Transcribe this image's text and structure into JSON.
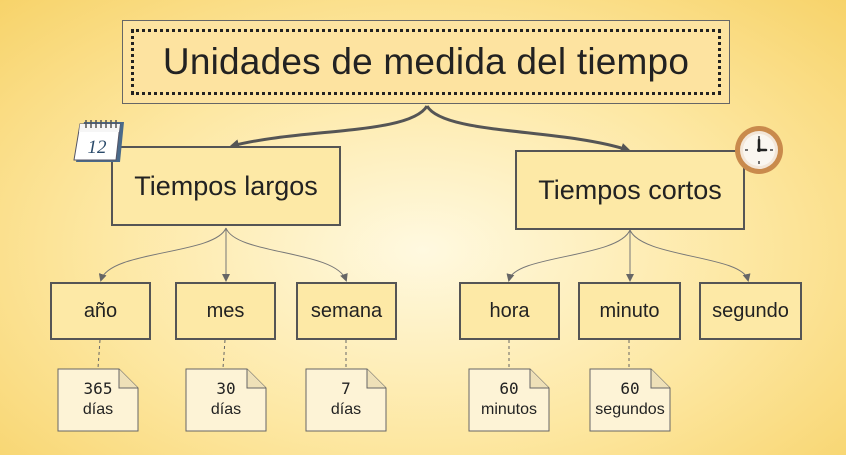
{
  "title": "Unidades de medida del tiempo",
  "categories": {
    "long": {
      "label": "Tiempos largos",
      "icon": "calendar-icon"
    },
    "short": {
      "label": "Tiempos cortos",
      "icon": "clock-icon"
    }
  },
  "units": {
    "year": "año",
    "month": "mes",
    "week": "semana",
    "hour": "hora",
    "minute": "minuto",
    "second": "segundo"
  },
  "notes": {
    "year": {
      "value": "365",
      "unit": "días"
    },
    "month": {
      "value": "30",
      "unit": "días"
    },
    "week": {
      "value": "7",
      "unit": "días"
    },
    "hour": {
      "value": "60",
      "unit": "minutos"
    },
    "minute": {
      "value": "60",
      "unit": "segundos"
    }
  },
  "calendar_number": "12",
  "colors": {
    "box_fill": "#fde9a6",
    "border": "#555555",
    "note_fill": "#fdf3d6",
    "arrow": "#555555"
  }
}
